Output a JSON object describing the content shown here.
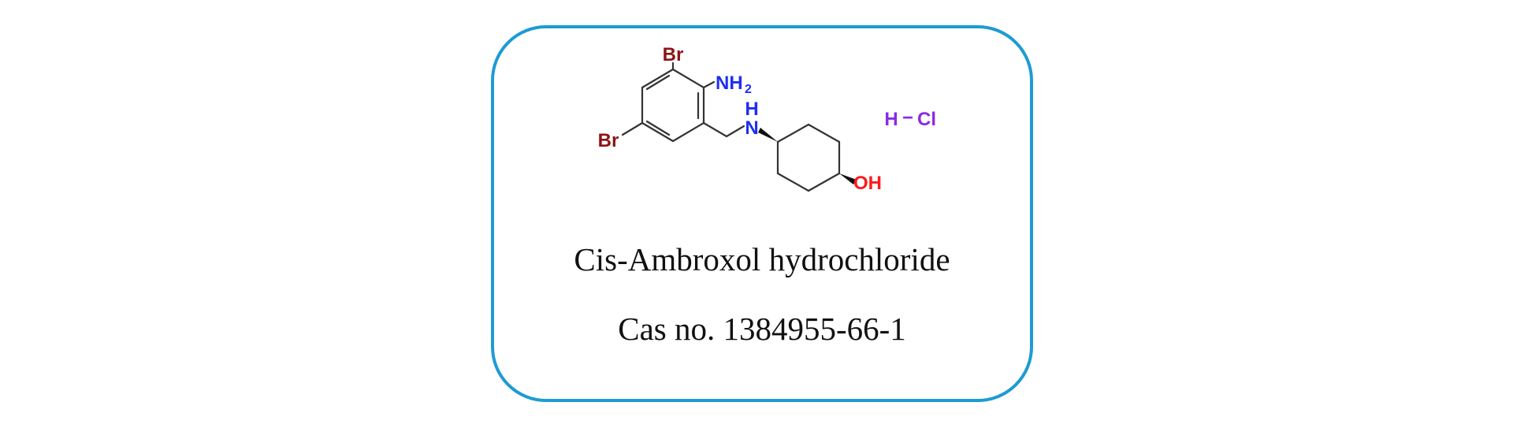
{
  "compound": {
    "name": "Cis-Ambroxol hydrochloride",
    "cas": "Cas no. 1384955-66-1"
  },
  "atoms": {
    "br_top": "Br",
    "br_left": "Br",
    "nh2_n": "NH",
    "nh2_sub": "2",
    "nh_h": "H",
    "nh_n": "N",
    "oh": "OH",
    "hcl_h": "H",
    "hcl_dash": "−",
    "hcl_cl": "Cl"
  },
  "colors": {
    "border": "#1e9bd3",
    "bromine": "#8b1414",
    "nitrogen": "#1f2ef0",
    "oxygen": "#ff1a1a",
    "hcl": "#8a2be2",
    "bond": "#333333"
  }
}
